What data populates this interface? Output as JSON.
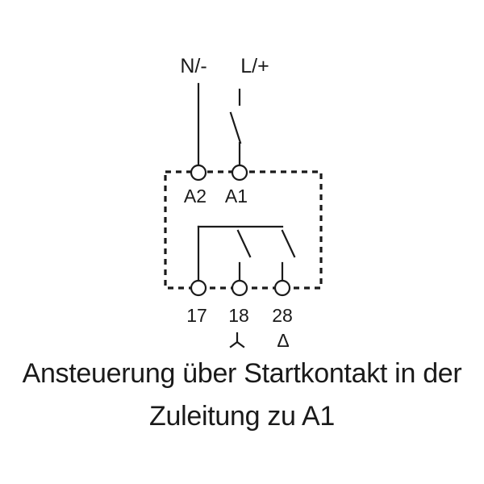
{
  "supply": {
    "neutral_label": "N/-",
    "line_label": "L/+",
    "switch_mark": "I"
  },
  "terminals": {
    "input": [
      "A2",
      "A1"
    ],
    "output": [
      "17",
      "18",
      "28"
    ]
  },
  "symbols": {
    "star_symbol": "⅄",
    "delta_symbol": "Δ"
  },
  "caption": {
    "line1": "Ansteuerung über Startkontakt in der",
    "line2": "Zuleitung zu A1"
  }
}
